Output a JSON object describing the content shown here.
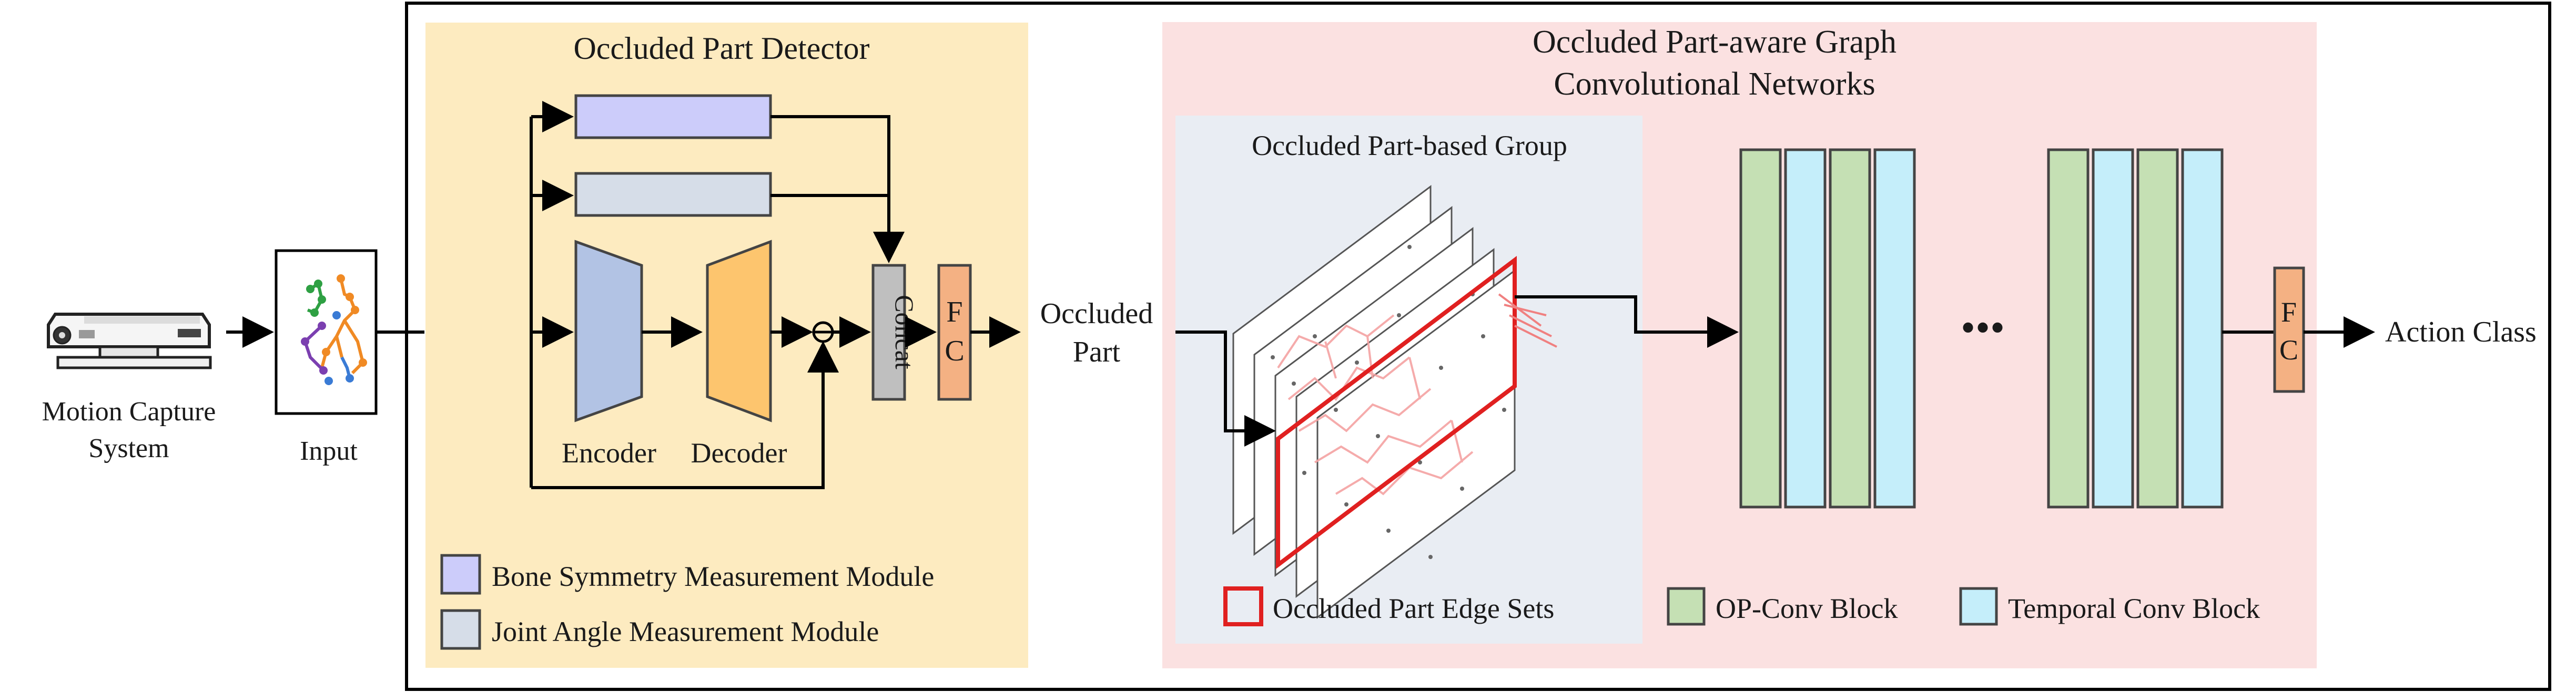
{
  "left": {
    "camera_caption": [
      "Motion Capture",
      "System"
    ],
    "input_caption": "Input"
  },
  "detector": {
    "title": "Occluded Part Detector",
    "encoder_label": "Encoder",
    "decoder_label": "Decoder",
    "concat_label": "Concat",
    "fc_label": [
      "F",
      "C"
    ],
    "legend": [
      {
        "label": "Bone Symmetry Measurement Module",
        "color": "#ccccfa"
      },
      {
        "label": "Joint Angle Measurement Module",
        "color": "#d6dde8"
      }
    ]
  },
  "middle": {
    "occluded_part_label": [
      "Occluded",
      "Part"
    ]
  },
  "gcn": {
    "title": [
      "Occluded Part-aware Graph",
      "Convolutional Networks"
    ],
    "group_title": "Occluded Part-based Group",
    "dots_label": "•••",
    "fc_label": [
      "F",
      "C"
    ],
    "legend": [
      {
        "label": "Occluded Part Edge Sets",
        "color": "#e02020"
      },
      {
        "label": "OP-Conv Block",
        "color": "#c5e0b4"
      },
      {
        "label": "Temporal Conv Block",
        "color": "#c5eefa"
      }
    ]
  },
  "output": {
    "label": "Action Class"
  },
  "colors": {
    "detector_bg": "#fdebc0",
    "gcn_bg": "#fbe1e1",
    "group_bg": "#e9edf3",
    "encoder": "#b2c3e4",
    "decoder": "#fdc56e",
    "concat": "#bfbfbf",
    "fc": "#f4b183",
    "op_conv": "#c5e0b4",
    "temporal": "#c5eefa",
    "bone_sym": "#ccccfa",
    "joint_angle": "#d6dde8"
  }
}
